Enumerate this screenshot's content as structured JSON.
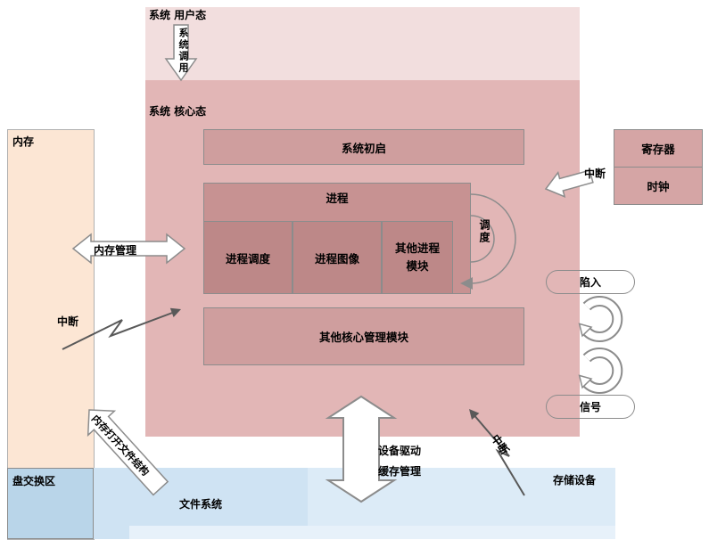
{
  "regions": {
    "user_mode": "系统 用户态",
    "kernel_mode": "系统 核心态",
    "memory": "内存",
    "swap": "盘交换区",
    "file_system": "文件系统",
    "storage": "存储设备"
  },
  "kernel": {
    "sys_init": "系统初启",
    "process": "进程",
    "process_sched": "进程调度",
    "process_image": "进程图像",
    "other_process_line1": "其他进程",
    "other_process_line2": "模块",
    "dispatch": "调度",
    "other_modules": "其他核心管理模块"
  },
  "hardware": {
    "register": "寄存器",
    "clock": "时钟"
  },
  "annotations": {
    "syscall": "系统调用",
    "memory_mgmt": "内存管理",
    "interrupt_left": "中断",
    "interrupt_right": "中断",
    "interrupt_storage": "中断",
    "trap": "陷入",
    "signal": "信号",
    "open_file": "内存打开文件结构",
    "device_driver": "设备驱动",
    "cache_mgmt": "缓存管理"
  },
  "colors": {
    "user_mode_bg": "#f2dede",
    "kernel_bg": "#e2b6b6",
    "module_box_bg": "#cf9e9e",
    "process_box_bg": "#c79292",
    "inner_box_bg": "#bd8888",
    "register_bg": "#d5a5a5",
    "memory_bg": "#fce6d4",
    "swap_bg": "#b9d5e9",
    "file_system_bg": "#cfe3f3",
    "storage_bg": "#dcebf7",
    "outline": "#8c8c8c"
  }
}
